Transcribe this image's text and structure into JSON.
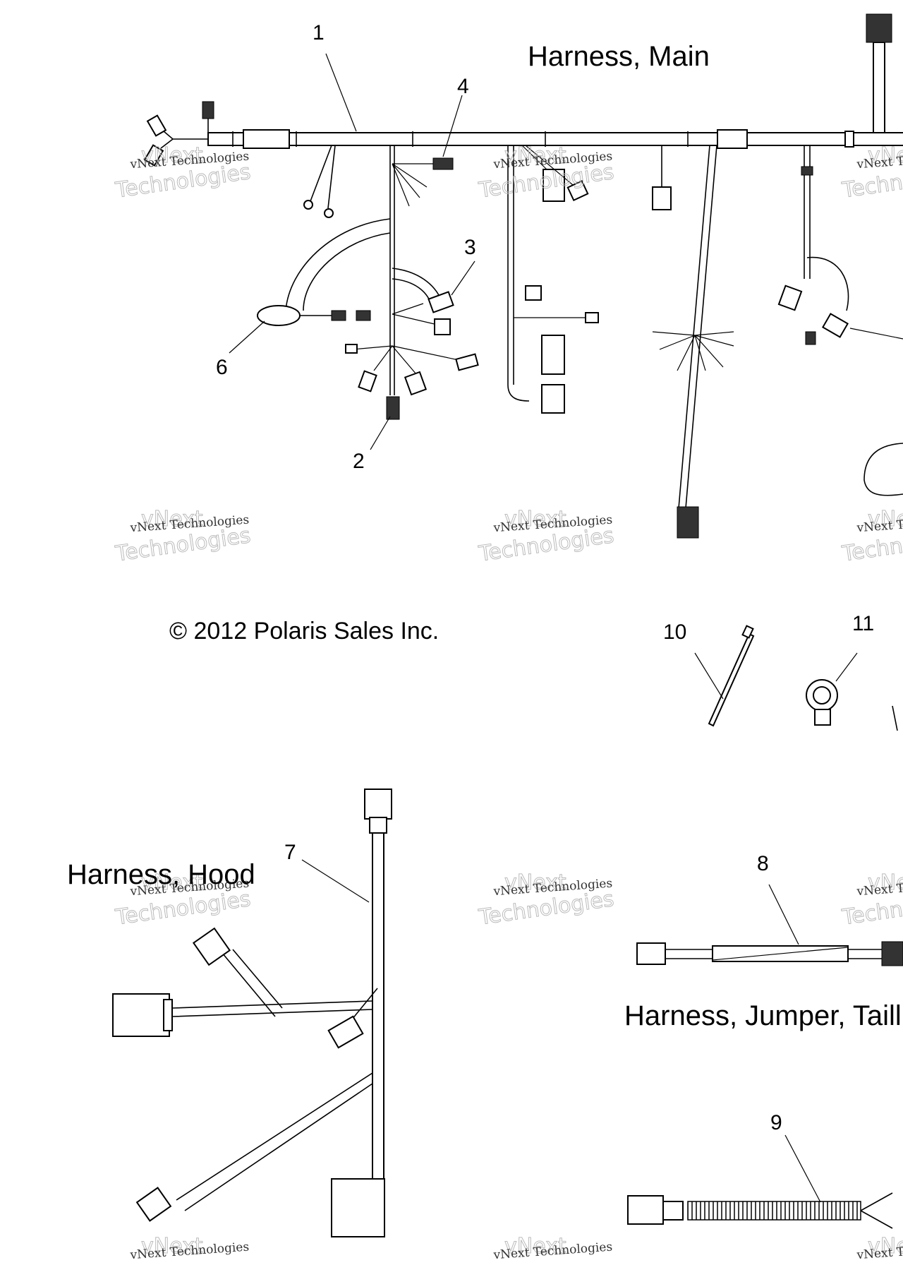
{
  "titles": {
    "harness_main": "Harness, Main",
    "harness_hood": "Harness, Hood",
    "harness_jumper": "Harness, Jumper, Taill",
    "copyright": "© 2012 Polaris Sales Inc."
  },
  "callouts": [
    "1",
    "2",
    "3",
    "4",
    "6",
    "7",
    "8",
    "9",
    "10",
    "11"
  ],
  "watermark": {
    "line1": "vNext Technologies",
    "line2": "vNext",
    "line3": "Technologies"
  }
}
